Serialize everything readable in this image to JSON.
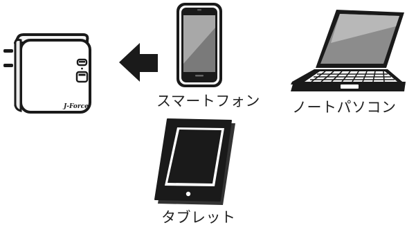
{
  "devices": {
    "smartphone": "スマートフォン",
    "laptop": "ノートパソコン",
    "tablet": "タブレット"
  },
  "charger": {
    "brand": "J-Force"
  },
  "icons": {
    "charger": "usb-charger-icon",
    "arrow": "arrow-left-icon",
    "smartphone": "smartphone-icon",
    "laptop": "laptop-icon",
    "tablet": "tablet-icon"
  },
  "colors": {
    "ink": "#1a1a1a",
    "screen_gray": "#8c8c8c",
    "screen_light": "#bdbdbd"
  }
}
